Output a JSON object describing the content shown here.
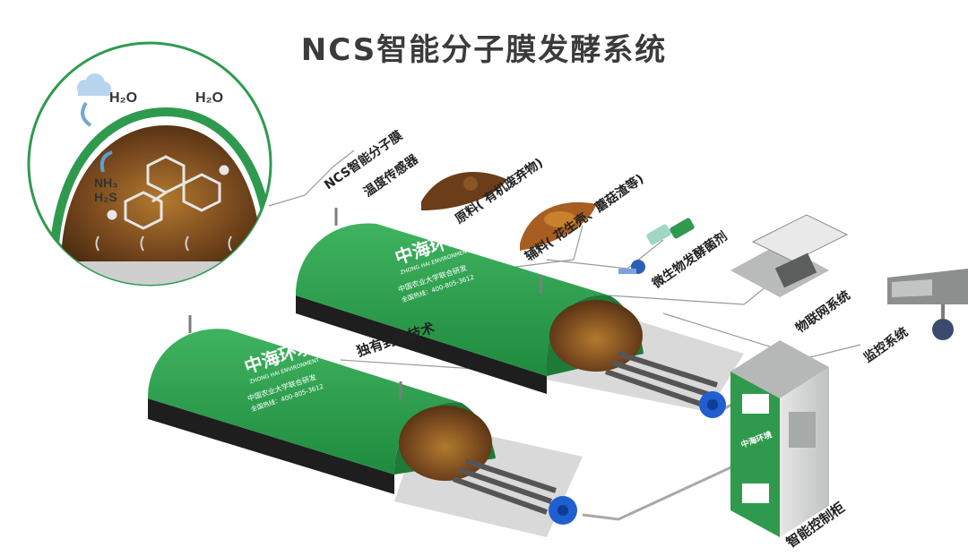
{
  "title": "NCS智能分子膜发酵系统",
  "inset": {
    "water_left": "H₂O",
    "water_right": "H₂O",
    "ammonia": "NH₃",
    "hydrogen_sulfide": "H₂S"
  },
  "labels": {
    "membrane": "NCS智能分子膜",
    "temp_sensor": "温度传感器",
    "raw_material": "原料( 有机废弃物)",
    "auxiliary": "辅料( 花生壳、蘑菇渣等)",
    "microbe": "微生物发酵菌剂",
    "seal": "独有封边技术",
    "iot": "物联网系统",
    "monitor": "监控系统",
    "cabinet": "智能控制柜"
  },
  "brand": {
    "name": "中海环境",
    "english": "ZHONG HAI ENVIRONMENT",
    "partner": "中国农业大学联合研发",
    "hotline": "全国热线：400-805-3612"
  },
  "colors": {
    "membrane_green": "#2f9a4e",
    "membrane_dark": "#1e7a3a",
    "soil": "#7a4a1f",
    "blower_blue": "#1f5fd0",
    "cabinet_gray": "#d8dad9"
  }
}
